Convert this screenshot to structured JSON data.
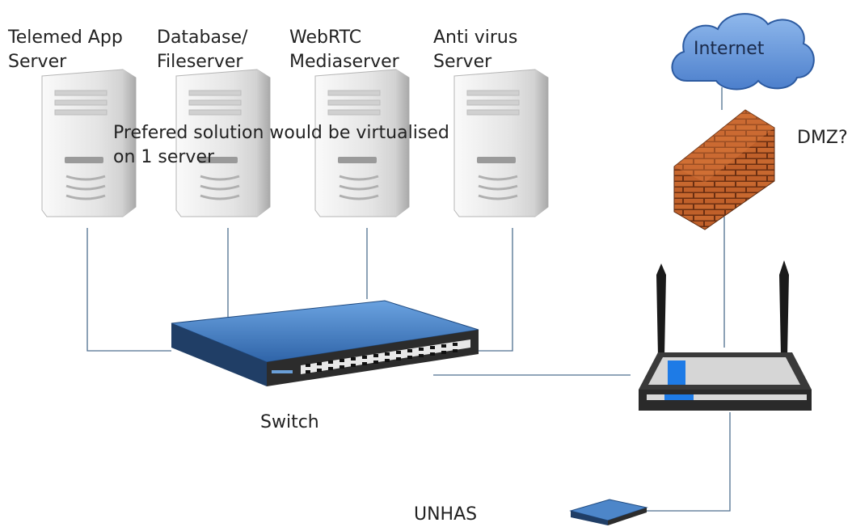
{
  "servers": [
    {
      "line1": "Telemed App",
      "line2": "Server"
    },
    {
      "line1": "Database/",
      "line2": "Fileserver"
    },
    {
      "line1": "WebRTC",
      "line2": "Mediaserver"
    },
    {
      "line1": "Anti virus",
      "line2": "Server"
    }
  ],
  "note": {
    "line1": "Prefered solution would be virtualised",
    "line2": "on 1 server"
  },
  "internet_label": "Internet",
  "dmz_label": "DMZ?",
  "switch_label": "Switch",
  "unhas_label": "UNHAS",
  "colors": {
    "line": "#4f6f8f",
    "server_body": "#e6e6e6",
    "cloud": "#5b8fd6",
    "brick": "#c4622d",
    "switch_top": "#4d86c9",
    "router_body": "#2b2b2b",
    "router_accent": "#1e7be6"
  },
  "icons": [
    "server-icon",
    "cloud-icon",
    "firewall-icon",
    "switch-icon",
    "router-icon",
    "small-switch-icon"
  ]
}
